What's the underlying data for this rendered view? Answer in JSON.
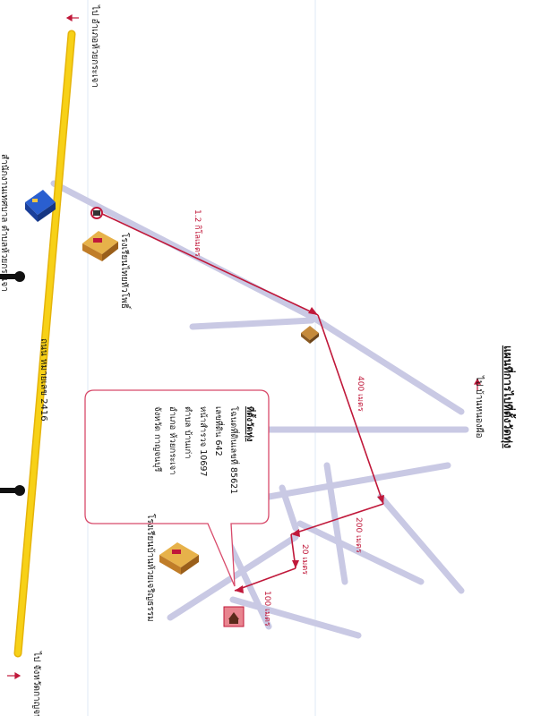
{
  "map_title": "แผนที่การไปที่ตั้งวัดทุ่ง",
  "highway": {
    "label": "ถนน หมายเลข 2416",
    "top_destination": "ไป อำเภอห้วยกระเจา",
    "bottom_destination": "ไป จังหวัดกาญจนบุรี"
  },
  "landmarks": {
    "office": "สำนักงานเทศบาล ตำบลห้วยกระเจา",
    "school_1": "โรงเรียนไทยหัวโพธิ์",
    "school_2": "โรงเรียนบ้านห้วยเจริญธรรม"
  },
  "side_road": "ไป บ้านหนองผือ",
  "distances": {
    "d1": "1.2 กิโลเมตร",
    "d2": "400 เมตร",
    "d3": "200 เมตร",
    "d4": "20 เมตร",
    "d5": "100 เมตร"
  },
  "address": {
    "heading": "ที่ตั้งวัดทุ่ง",
    "line_1": "โฉนดที่ดินเลขที่ 85621",
    "line_2": "เลขที่ดิน 642",
    "line_3": "หน้าสำรวจ 10697",
    "line_4": "ตำบล บ้านเก่า",
    "line_5": "อำเภอ ห้วยกระเจา",
    "line_6": "จังหวัด กาญจนบุรี"
  },
  "colors": {
    "highway": "#f7d117",
    "route": "#c0183a",
    "side_roads": "#c9c9e4",
    "callout_border": "#d84a6a"
  }
}
